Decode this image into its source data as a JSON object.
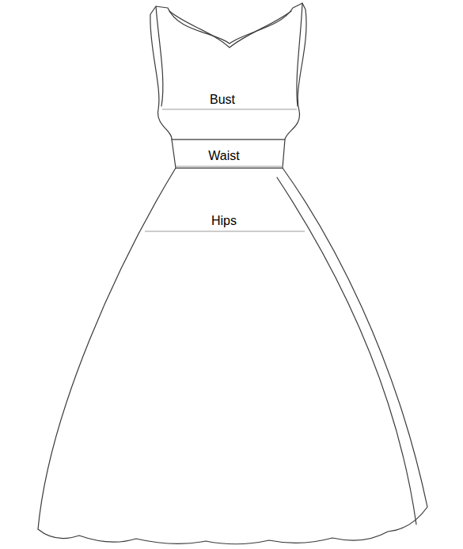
{
  "diagram": {
    "labels": [
      "Bust",
      "Waist",
      "Hips"
    ]
  }
}
